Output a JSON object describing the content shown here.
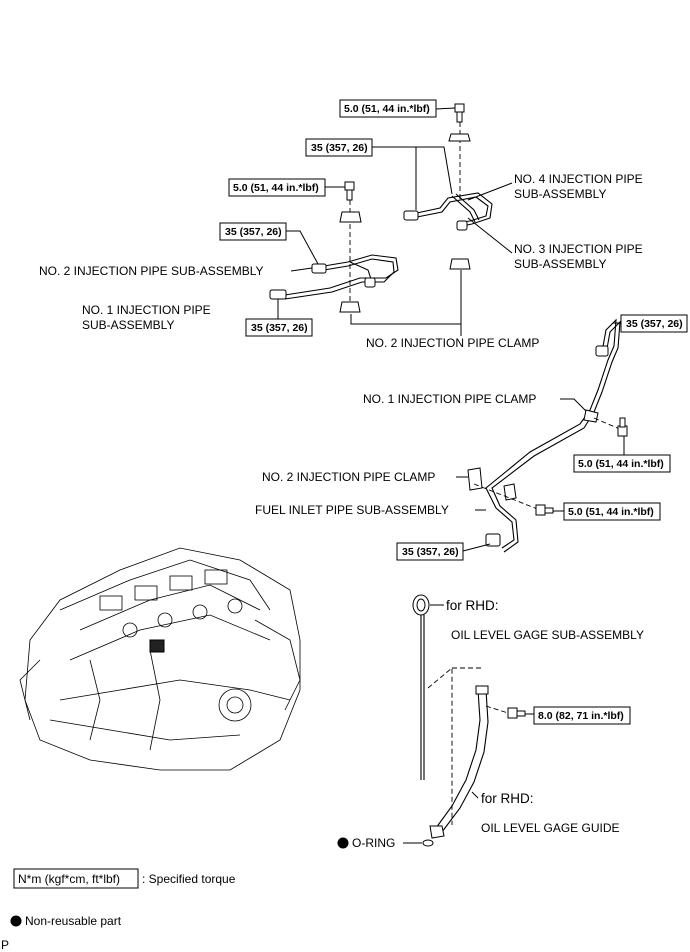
{
  "torques": {
    "t_bolt_top": "5.0 (51, 44 in.*lbf)",
    "t_no4": "35 (357, 26)",
    "t_bolt_mid": "5.0 (51, 44 in.*lbf)",
    "t_no2": "35 (357, 26)",
    "t_no1": "35 (357, 26)",
    "t_fuel_top": "35 (357, 26)",
    "t_clamp1_bolt": "5.0 (51, 44 in.*lbf)",
    "t_clamp2_bolt": "5.0 (51, 44 in.*lbf)",
    "t_fuel_bottom": "35 (357, 26)",
    "t_guide_bolt": "8.0 (82, 71 in.*lbf)"
  },
  "labels": {
    "no4_line1": "NO. 4 INJECTION PIPE",
    "no4_line2": "SUB-ASSEMBLY",
    "no3_line1": "NO. 3 INJECTION PIPE",
    "no3_line2": "SUB-ASSEMBLY",
    "no2_pipe": "NO. 2 INJECTION PIPE SUB-ASSEMBLY",
    "no1_line1": "NO. 1 INJECTION PIPE",
    "no1_line2": "SUB-ASSEMBLY",
    "no2_clamp_top": "NO. 2 INJECTION PIPE CLAMP",
    "no1_clamp": "NO. 1 INJECTION PIPE CLAMP",
    "no2_clamp_mid": "NO. 2 INJECTION PIPE CLAMP",
    "fuel_inlet": "FUEL INLET PIPE SUB-ASSEMBLY",
    "for_rhd_1": "for RHD:",
    "oil_gage": "OIL LEVEL GAGE SUB-ASSEMBLY",
    "for_rhd_2": "for RHD:",
    "oil_guide": "OIL LEVEL GAGE GUIDE",
    "oring": "O-RING"
  },
  "legend": {
    "torque_box": "N*m (kgf*cm, ft*lbf)",
    "torque_desc": ": Specified torque",
    "nonreusable": "Non-reusable part"
  },
  "corner": "P"
}
